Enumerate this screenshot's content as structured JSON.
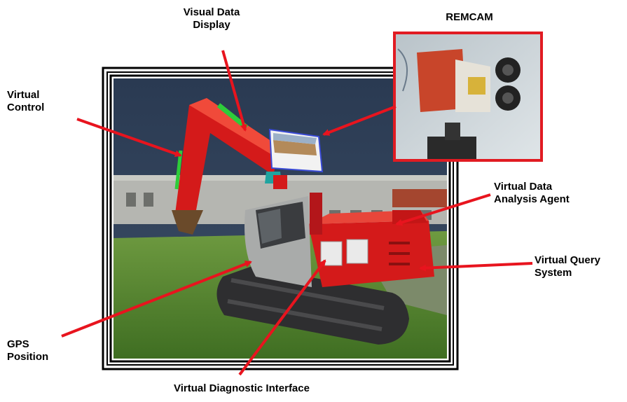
{
  "labels": {
    "visual_data_display_line1": "Visual Data",
    "visual_data_display_line2": "Display",
    "remcam": "REMCAM",
    "virtual_control_line1": "Virtual",
    "virtual_control_line2": "Control",
    "virtual_data_analysis_line1": "Virtual Data",
    "virtual_data_analysis_line2": "Analysis Agent",
    "virtual_query_line1": "Virtual Query",
    "virtual_query_line2": "System",
    "gps_line1": "GPS",
    "gps_line2": "Position",
    "virtual_diagnostic": "Virtual Diagnostic Interface"
  },
  "colors": {
    "arrow": "#e8141e",
    "frame": "#000000",
    "sky": "#2f3f55",
    "ground": "#5b8a2f",
    "excavator": "#d41a1a",
    "cab": "#a9abaa",
    "accent_green": "#2ecc3a",
    "remcam_border": "#e11b22"
  },
  "images": {
    "scene": "excavator-3d-scene",
    "remcam_photo": "remcam-camera-photo"
  }
}
